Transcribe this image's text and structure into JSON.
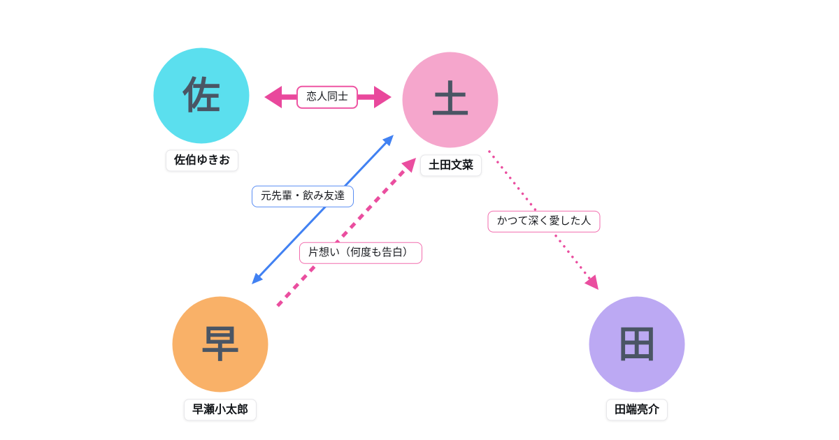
{
  "nodes": [
    {
      "id": "saeki",
      "initial": "佐",
      "name": "佐伯ゆきお",
      "color": "#5bdfee"
    },
    {
      "id": "tsuchida",
      "initial": "土",
      "name": "土田文菜",
      "color": "#f5a6cc"
    },
    {
      "id": "hayase",
      "initial": "早",
      "name": "早瀬小太郎",
      "color": "#f9b168"
    },
    {
      "id": "tabata",
      "initial": "田",
      "name": "田端亮介",
      "color": "#bca9f3"
    }
  ],
  "edges": [
    {
      "label": "恋人同士",
      "from": "佐伯ゆきお",
      "to": "土田文菜",
      "direction": "both",
      "style": "solid-thick",
      "color": "#e9489c"
    },
    {
      "label": "元先輩・飲み友達",
      "from": "土田文菜",
      "to": "早瀬小太郎",
      "direction": "both",
      "style": "solid",
      "color": "#4181f2"
    },
    {
      "label": "片想い（何度も告白）",
      "from": "早瀬小太郎",
      "to": "土田文菜",
      "direction": "one",
      "style": "dashed",
      "color": "#ea4e9f"
    },
    {
      "label": "かつて深く愛した人",
      "from": "土田文菜",
      "to": "田端亮介",
      "direction": "one",
      "style": "dotted",
      "color": "#ea4e9f"
    }
  ],
  "colors": {
    "background": "#ffffff",
    "node_text": "#4a5564",
    "magenta_arrow": "#e9489c",
    "blue_arrow": "#4181f2",
    "pink_dashed_arrow": "#ea4e9f",
    "pink_label_border": "#f26bad",
    "blue_label_border": "#5a8df3"
  }
}
